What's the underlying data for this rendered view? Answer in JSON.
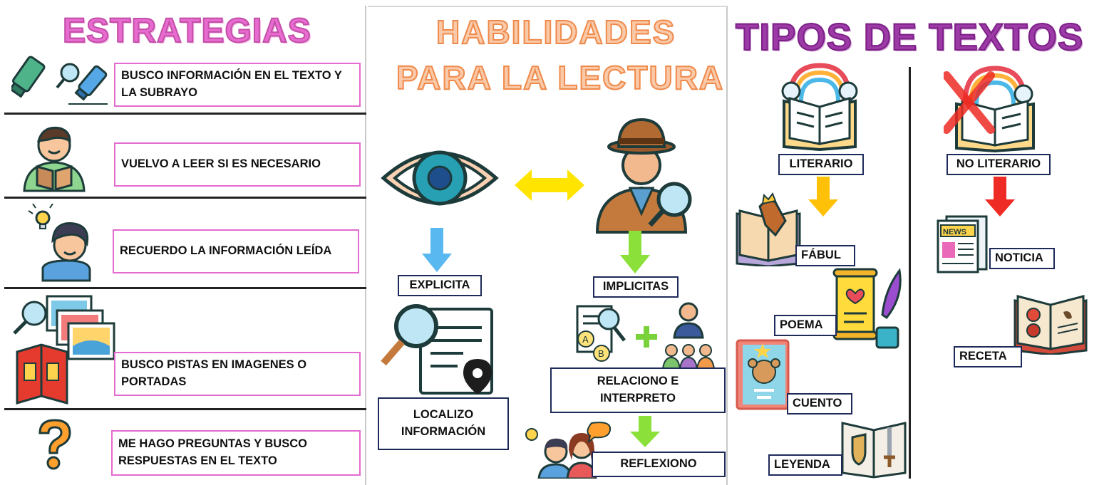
{
  "strategies": {
    "title": "ESTRATEGIAS",
    "items": [
      {
        "text": "BUSCO  INFORMACIÓN EN EL TEXTO Y LA SUBRAYO",
        "icon": "highlighter-magnifier-icon"
      },
      {
        "text": "VUELVO A LEER SI ES NECESARIO",
        "icon": "reading-boy-icon"
      },
      {
        "text": "RECUERDO LA INFORMACIÓN LEÍDA",
        "icon": "thinking-boy-icon"
      },
      {
        "text": "BUSCO PISTAS EN IMAGENES O PORTADAS",
        "icon": "book-pictures-icon"
      },
      {
        "text": "ME HAGO PREGUNTAS Y BUSCO RESPUESTAS EN EL TEXTO",
        "icon": "question-mark-icon"
      }
    ]
  },
  "skills": {
    "title_line1": "HABILIDADES",
    "title_line2": "PARA LA LECTURA",
    "explicit": {
      "label": "EXPLICITA",
      "sub": "LOCALIZO INFORMACIÓN",
      "icon": "eye-icon"
    },
    "implicit": {
      "label": "IMPLICITAS",
      "relate": "RELACIONO E INTERPRETO",
      "reflect": "REFLEXIONO",
      "icon": "detective-icon"
    }
  },
  "text_types": {
    "title": "TIPOS DE TEXTOS",
    "literary": {
      "label": "LITERARIO",
      "items": [
        "FÁBUL",
        "POEMA",
        "CUENTO",
        "LEYENDA"
      ]
    },
    "non_literary": {
      "label": "NO LITERARIO",
      "items": [
        "NOTICIA",
        "RECETA"
      ]
    }
  },
  "colors": {
    "pink_box": "#e46bcf",
    "navy_box": "#1e2a5a",
    "arrow_blue": "#5ab8f0",
    "arrow_green": "#8be03a",
    "arrow_yellow": "#ffe400",
    "arrow_orange": "#ffc107",
    "arrow_red": "#ee2b24"
  }
}
